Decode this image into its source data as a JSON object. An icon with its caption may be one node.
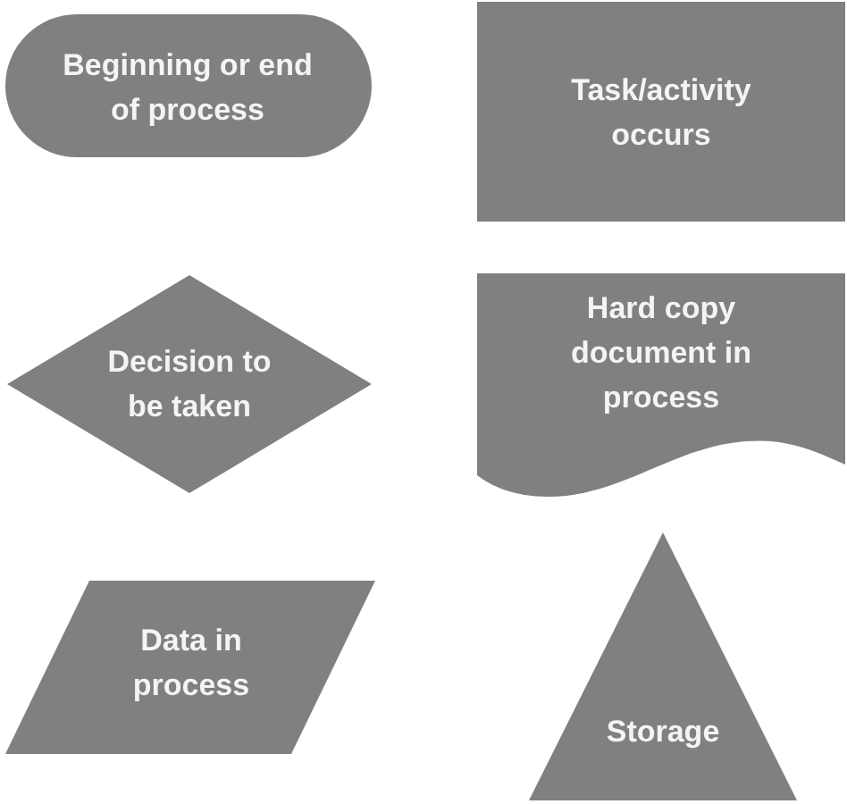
{
  "diagram": {
    "nodes": [
      {
        "text": [
          "Beginning or end of process"
        ]
      },
      {
        "text": [
          "Task/activity occurs"
        ]
      },
      {
        "text": [
          "Decision to be taken"
        ]
      },
      {
        "text": [
          "Hard copy document in process"
        ]
      },
      {
        "text": [
          "Data in process"
        ]
      },
      {
        "text": [
          "Storage"
        ]
      }
    ]
  }
}
